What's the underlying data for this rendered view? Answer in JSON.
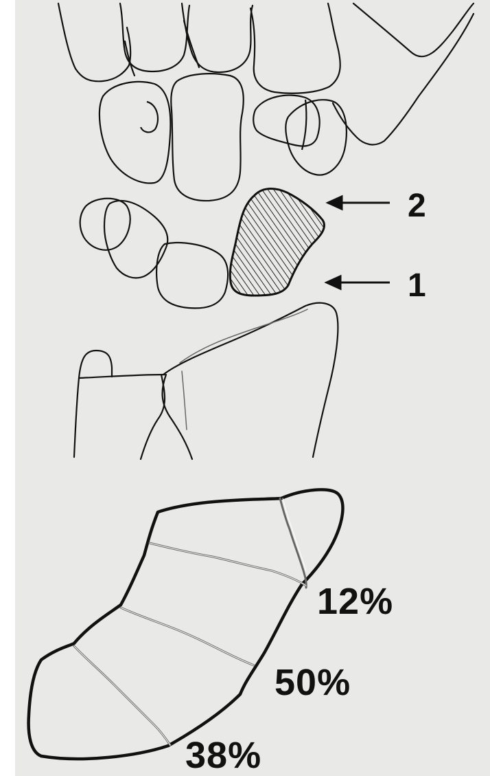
{
  "arrows": {
    "upper": {
      "label": "2"
    },
    "lower": {
      "label": "1"
    }
  },
  "zones": {
    "distal": {
      "percent": "12%"
    },
    "middle": {
      "percent": "50%"
    },
    "proximal": {
      "percent": "38%"
    }
  },
  "colors": {
    "background": "#e9e9e7",
    "ink": "#111111",
    "hatch": "#222222"
  }
}
